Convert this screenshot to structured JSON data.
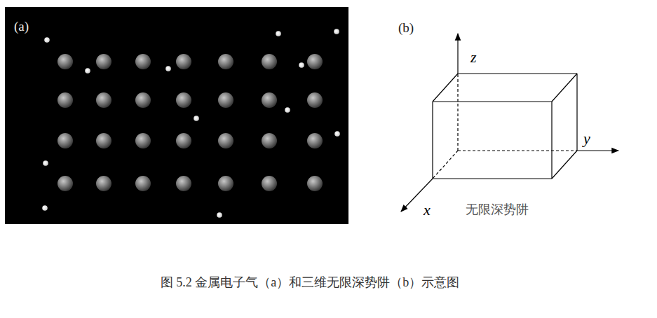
{
  "diagram": {
    "caption": "图 5.2 金属电子气（a）和三维无限深势阱（b）示意图",
    "labels": [
      "(a)",
      "(b)",
      "z",
      "y",
      "x",
      "无限深势阱"
    ]
  }
}
